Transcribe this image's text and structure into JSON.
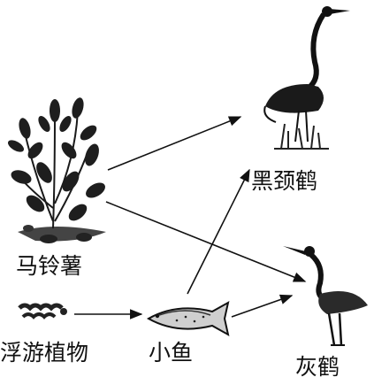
{
  "food_web": {
    "organisms": {
      "potato": "马铃薯",
      "plankton": "浮游植物",
      "small_fish": "小鱼",
      "black_necked_crane": "黑颈鹤",
      "gray_crane": "灰鹤"
    },
    "arrows": [
      {
        "from": "potato",
        "to": "black_necked_crane"
      },
      {
        "from": "potato",
        "to": "gray_crane"
      },
      {
        "from": "plankton",
        "to": "small_fish"
      },
      {
        "from": "small_fish",
        "to": "black_necked_crane"
      },
      {
        "from": "small_fish",
        "to": "gray_crane"
      }
    ]
  }
}
